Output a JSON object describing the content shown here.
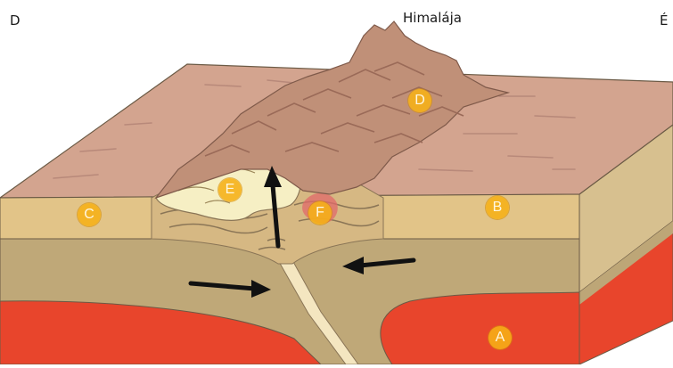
{
  "directions": {
    "left": "D",
    "right": "É"
  },
  "mountain": {
    "name": "Himalája"
  },
  "markers": {
    "a": "A",
    "b": "B",
    "c": "C",
    "d": "D",
    "e": "E",
    "f": "F"
  },
  "colors": {
    "mantle": "#e8452c",
    "lithosphere": "#bfa878",
    "crust": "#e2c488",
    "surface": "#d3a48f",
    "mountains": "#b07f6a",
    "intrusion": "#f6efc4",
    "magma": "#e06a6a",
    "marker": "#f6b016",
    "arrow": "#111111"
  }
}
